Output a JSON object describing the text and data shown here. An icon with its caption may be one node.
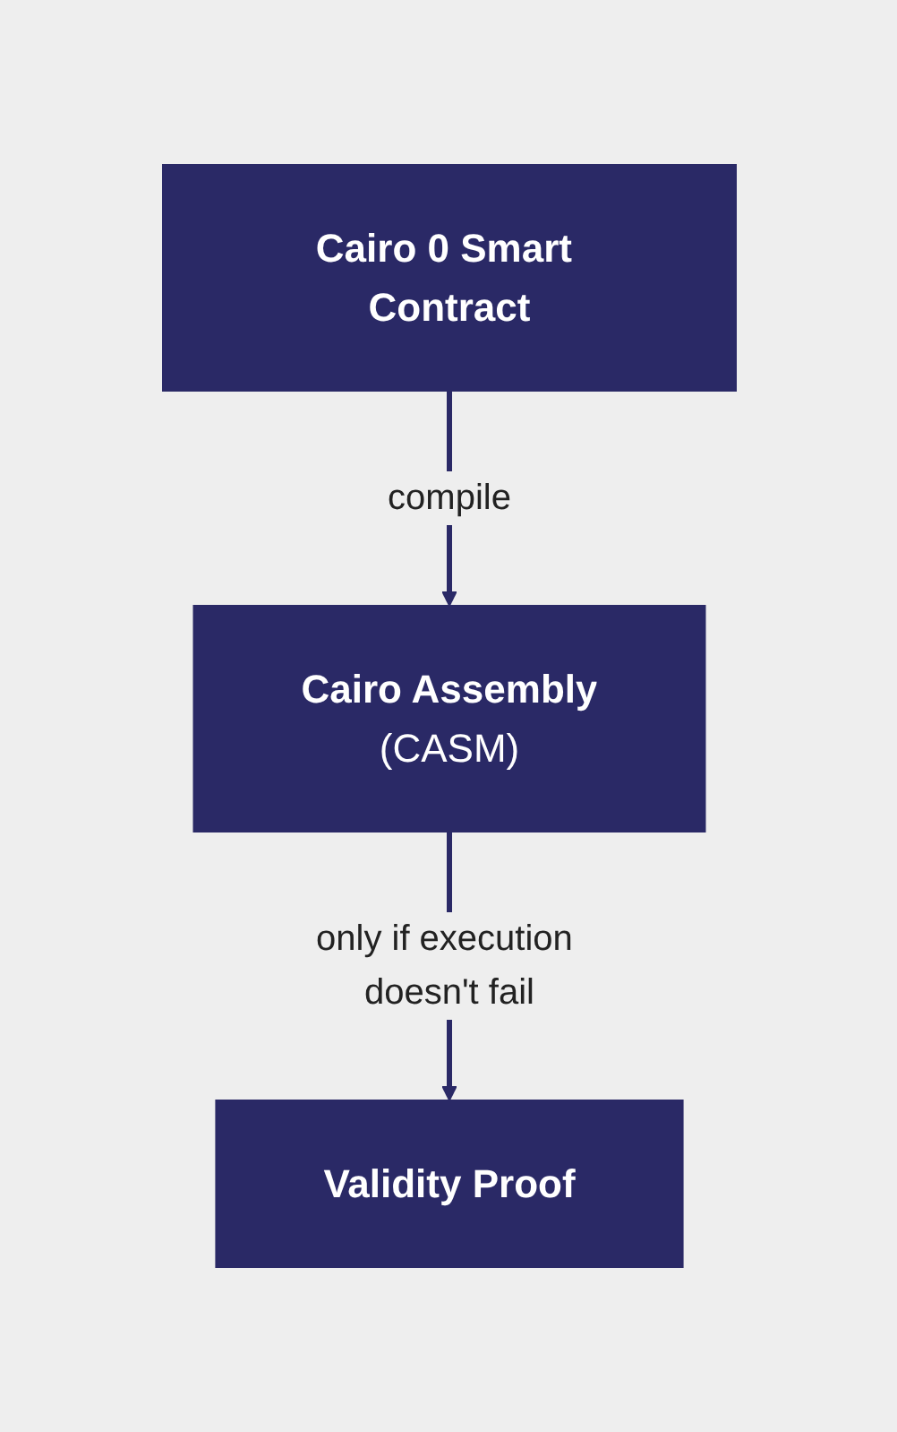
{
  "diagram": {
    "nodes": [
      {
        "text": [
          "Cairo 0 Smart Contract"
        ]
      },
      {
        "text": [
          "Cairo Assembly",
          "(CASM)"
        ]
      },
      {
        "text": [
          "Validity Proof"
        ]
      }
    ],
    "edges": [
      {
        "from": 0,
        "to": 1,
        "arrow": "to",
        "label": "compile"
      },
      {
        "from": 1,
        "to": 2,
        "arrow": "to",
        "label": "only if execution doesn't fail"
      }
    ]
  }
}
